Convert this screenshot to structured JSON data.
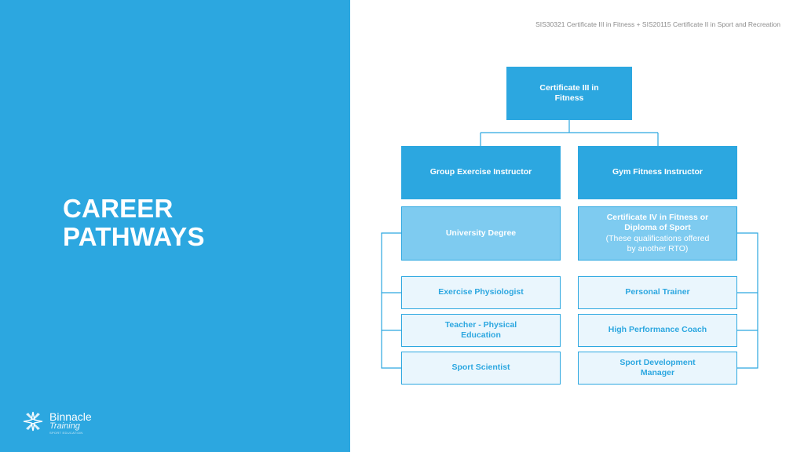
{
  "header": {
    "note": "SIS30321 Certificate III in Fitness + SIS20115 Certificate II in Sport and Recreation"
  },
  "title": {
    "line1": "CAREER",
    "line2": "PATHWAYS"
  },
  "logo": {
    "name": "Binnacle",
    "sub": "Training",
    "tagline": "SPORT EDUCATION"
  },
  "colors": {
    "brand_blue": "#2ca7e0",
    "mid_blue": "#7ecbf0",
    "light_blue": "#eaf6fd"
  },
  "chart": {
    "root": {
      "line1": "Certificate III in",
      "line2": "Fitness"
    },
    "level2": {
      "group_exercise": "Group Exercise Instructor",
      "gym_fitness": "Gym Fitness Instructor"
    },
    "level3": {
      "university": "University Degree",
      "cert_iv": {
        "line1": "Certificate IV in Fitness or",
        "line2": "Diploma of Sport",
        "line3": "(These qualifications offered",
        "line4": "by another RTO)"
      }
    },
    "careers_left": [
      {
        "line1": "Exercise Physiologist",
        "line2": ""
      },
      {
        "line1": "Teacher - Physical",
        "line2": "Education"
      },
      {
        "line1": "Sport Scientist",
        "line2": ""
      }
    ],
    "careers_right": [
      {
        "line1": "Personal Trainer",
        "line2": ""
      },
      {
        "line1": "High Performance Coach",
        "line2": ""
      },
      {
        "line1": "Sport Development",
        "line2": "Manager"
      }
    ]
  }
}
